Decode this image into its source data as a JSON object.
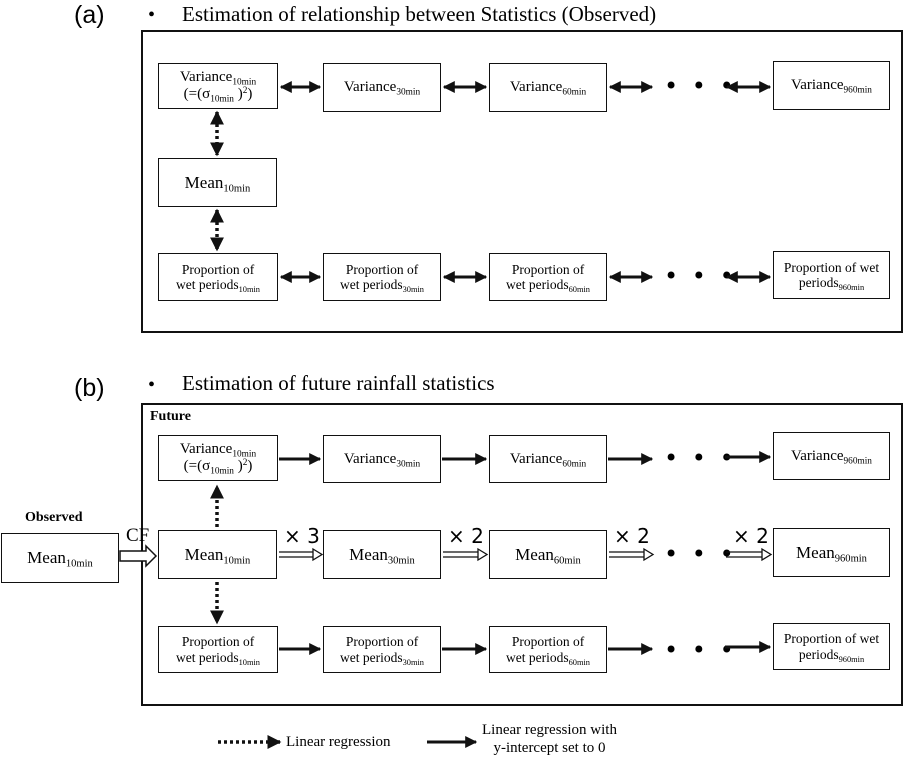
{
  "panel_a": {
    "label": "(a)",
    "bullet": "•",
    "heading": "Estimation of relationship between Statistics (Observed)",
    "variance_row": [
      {
        "base": "Variance",
        "sub": "10min",
        "line2": "(=(σ",
        "line2_sub": "10min",
        "line2_end": " )",
        "line2_sup": "2",
        "line2_close": ")"
      },
      {
        "base": "Variance",
        "sub": "30min"
      },
      {
        "base": "Variance",
        "sub": "60min"
      },
      {
        "base": "Variance",
        "sub": "960min"
      }
    ],
    "mean": {
      "base": "Mean",
      "sub": "10min"
    },
    "proportion_row": [
      {
        "line1": "Proportion of",
        "line2": "wet periods",
        "sub": "10min"
      },
      {
        "line1": "Proportion of",
        "line2": "wet periods",
        "sub": "30min"
      },
      {
        "line1": "Proportion of",
        "line2": "wet periods",
        "sub": "60min"
      },
      {
        "line1": "Proportion of wet",
        "line2": "periods",
        "sub": "960min"
      }
    ],
    "ellipsis": "• • •"
  },
  "panel_b": {
    "label": "(b)",
    "bullet": "•",
    "heading": "Estimation of future rainfall statistics",
    "future_label": "Future",
    "observed_label": "Observed",
    "observed_mean": {
      "base": "Mean",
      "sub": "10min"
    },
    "cf_label": "CF",
    "variance_row": [
      {
        "base": "Variance",
        "sub": "10min",
        "line2": "(=(σ",
        "line2_sub": "10min",
        "line2_end": " )",
        "line2_sup": "2",
        "line2_close": ")"
      },
      {
        "base": "Variance",
        "sub": "30min"
      },
      {
        "base": "Variance",
        "sub": "60min"
      },
      {
        "base": "Variance",
        "sub": "960min"
      }
    ],
    "mean_row": [
      {
        "base": "Mean",
        "sub": "10min"
      },
      {
        "base": "Mean",
        "sub": "30min"
      },
      {
        "base": "Mean",
        "sub": "60min"
      },
      {
        "base": "Mean",
        "sub": "960min"
      }
    ],
    "multipliers": [
      "× 3",
      "× 2",
      "× 2",
      "× 2"
    ],
    "proportion_row": [
      {
        "line1": "Proportion of",
        "line2": "wet periods",
        "sub": "10min"
      },
      {
        "line1": "Proportion of",
        "line2": "wet periods",
        "sub": "30min"
      },
      {
        "line1": "Proportion of",
        "line2": "wet periods",
        "sub": "60min"
      },
      {
        "line1": "Proportion of wet",
        "line2": "periods",
        "sub": "960min"
      }
    ],
    "ellipsis": "• • •"
  },
  "legend": {
    "dotted_label": "Linear regression",
    "solid_label_line1": "Linear regression with",
    "solid_label_line2": "y-intercept  set to 0"
  }
}
